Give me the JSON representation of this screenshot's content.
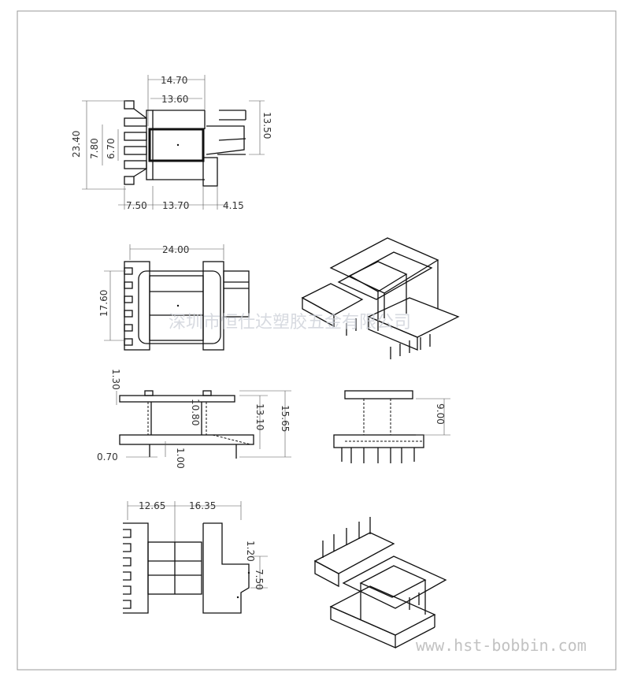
{
  "dims": {
    "top_width_outer": "14.70",
    "top_width_inner": "13.60",
    "top_right_height": "13.50",
    "top_left_inner": "6.70",
    "top_left_mid": "7.80",
    "top_left_outer": "23.40",
    "top_bottom_left": "7.50",
    "top_bottom_mid": "13.70",
    "top_bottom_right": "4.15",
    "mid_width": "24.00",
    "mid_height": "17.60",
    "side_flange": "1.30",
    "side_inner": "10.80",
    "side_mid": "13.10",
    "side_total": "15.65",
    "side_base": "1.00",
    "side_pin": "0.70",
    "front_height": "9.00",
    "bottom_left": "12.65",
    "bottom_right": "16.35",
    "bottom_notch": "1.20",
    "bottom_notch_h": "7.50"
  },
  "watermark": {
    "company": "深圳市恒仕达塑胶五金有限公司",
    "website": "www.hst-bobbin.com"
  }
}
